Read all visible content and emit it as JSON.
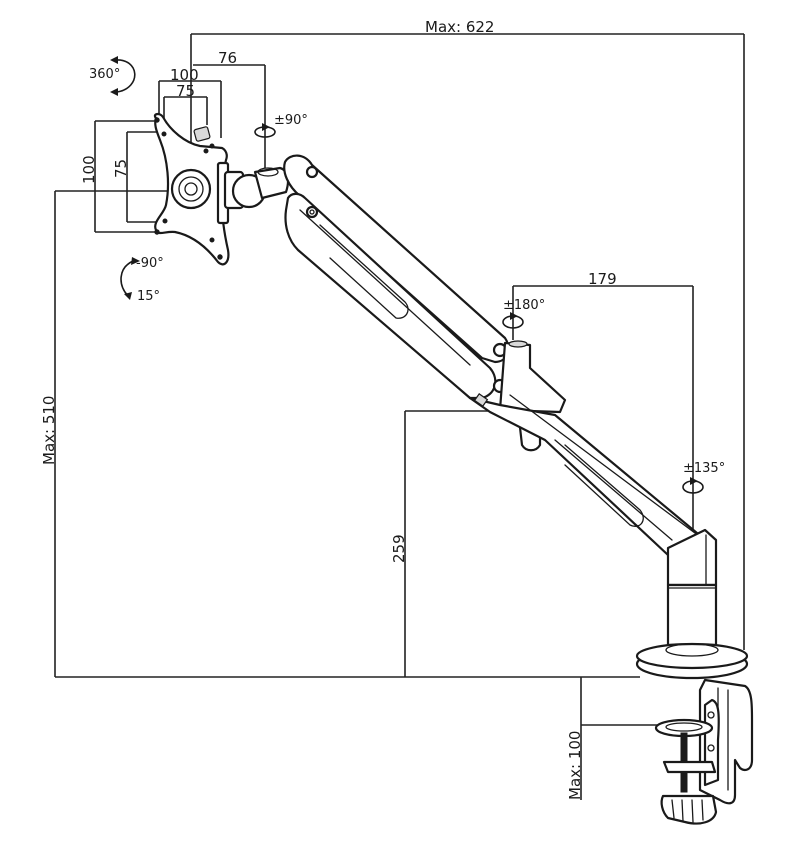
{
  "drawing": {
    "subject": "Gas spring monitor arm with desk clamp",
    "line_color": "#1a1a1a",
    "background": "#ffffff"
  },
  "dimensions": {
    "max_reach": "Max: 622",
    "max_height": "Max: 510",
    "pole_height": "259",
    "clamp_thickness": "Max: 100",
    "joint_offset": "76",
    "arm_segment": "179",
    "vesa_outer_w": "100",
    "vesa_inner_w": "75",
    "vesa_outer_h": "100",
    "vesa_inner_h": "75"
  },
  "rotations": {
    "plate_rotation": "360°",
    "head_swivel": "±90°",
    "tilt_up": "-90°",
    "tilt_down": "15°",
    "elbow_swivel": "±180°",
    "base_swivel": "±135°"
  }
}
